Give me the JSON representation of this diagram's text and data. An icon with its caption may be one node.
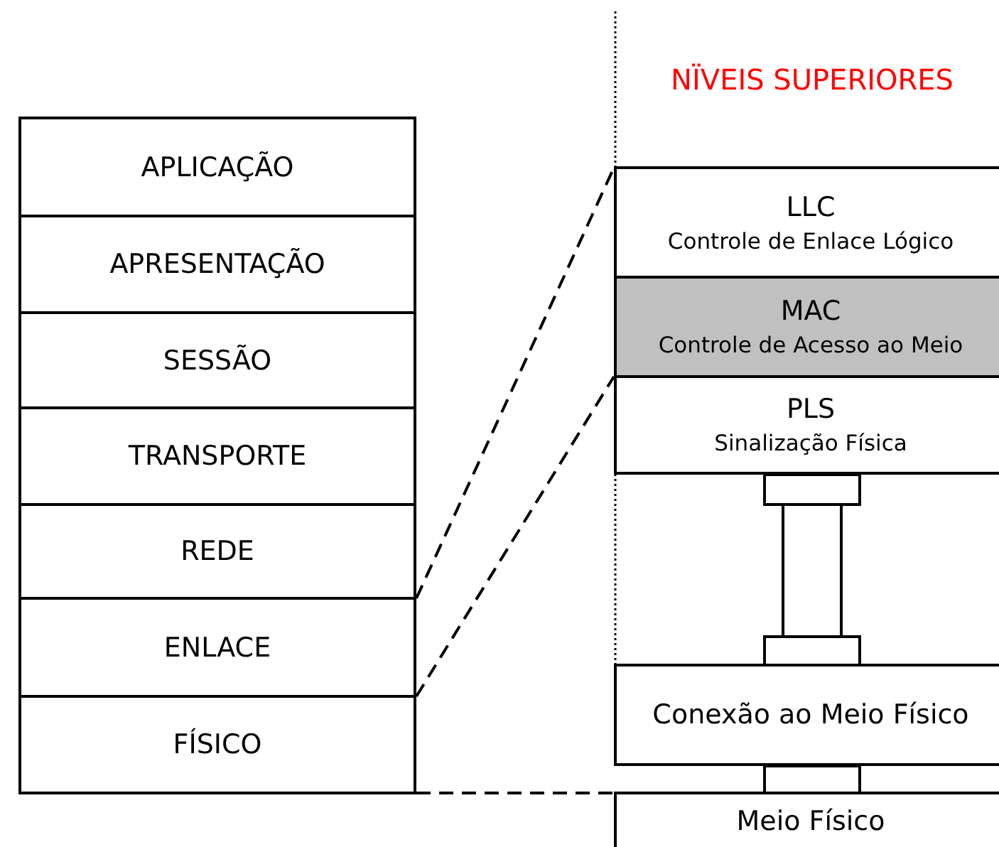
{
  "diagram": {
    "nodes": [
      {
        "text": [
          "APLICAÇÃO"
        ]
      },
      {
        "text": [
          "APRESENTAÇÃO"
        ]
      },
      {
        "text": [
          "SESSÃO"
        ]
      },
      {
        "text": [
          "TRANSPORTE"
        ]
      },
      {
        "text": [
          "REDE"
        ]
      },
      {
        "text": [
          "ENLACE"
        ]
      },
      {
        "text": [
          "FÍSICO"
        ]
      },
      {
        "text": [
          "LLC",
          "Controle de Enlace Lógico"
        ]
      },
      {
        "text": [
          "MAC",
          "Controle de Acesso ao Meio"
        ]
      },
      {
        "text": [
          "PLS",
          "Sinalização Física"
        ]
      },
      {
        "text": [
          "Conexão ao Meio Físico"
        ]
      },
      {
        "text": [
          "Meio Físico"
        ]
      }
    ],
    "edges": [
      {
        "from": 5,
        "to": 7,
        "arrow": "none",
        "style": "dashed"
      },
      {
        "from": 5,
        "to": 8,
        "arrow": "none",
        "style": "dashed"
      },
      {
        "from": 6,
        "to": 11,
        "arrow": "none",
        "style": "dashed"
      }
    ],
    "labels": [
      "NÏVEIS SUPERIORES"
    ]
  }
}
